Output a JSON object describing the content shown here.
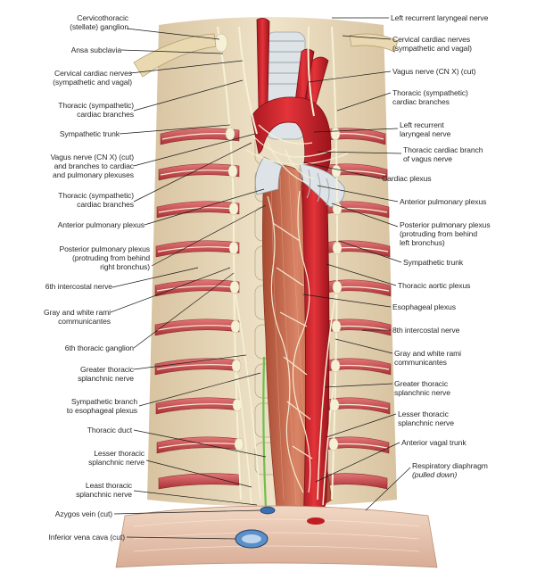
{
  "labels_left": [
    {
      "id": "cervicothoracic",
      "text": "Cervicothoracic\n(stellate) ganglion"
    },
    {
      "id": "ansa",
      "text": "Ansa subclavia"
    },
    {
      "id": "cervical-cardiac-left",
      "text": "Cervical cardiac nerves\n(sympathetic and vagal)"
    },
    {
      "id": "thoracic-cardiac-left-1",
      "text": "Thoracic (sympathetic)\ncardiac branches"
    },
    {
      "id": "sympathetic-trunk-left",
      "text": "Sympathetic trunk"
    },
    {
      "id": "vagus-left",
      "text": "Vagus nerve (CN X) (cut)\nand branches to cardiac\nand pulmonary plexuses"
    },
    {
      "id": "thoracic-cardiac-left-2",
      "text": "Thoracic (sympathetic)\ncardiac branches"
    },
    {
      "id": "anterior-pulmonary-left",
      "text": "Anterior pulmonary plexus"
    },
    {
      "id": "posterior-pulmonary-left",
      "text": "Posterior pulmonary plexus\n(protruding from behind\nright bronchus)"
    },
    {
      "id": "intercostal-6",
      "text": "6th intercostal nerve"
    },
    {
      "id": "rami-left",
      "text": "Gray and white rami\ncommunicantes"
    },
    {
      "id": "ganglion-6",
      "text": "6th thoracic ganglion"
    },
    {
      "id": "greater-splanchnic-left",
      "text": "Greater thoracic\nsplanchnic nerve"
    },
    {
      "id": "sympathetic-branch-esoph",
      "text": "Sympathetic branch\nto esophageal plexus"
    },
    {
      "id": "thoracic-duct",
      "text": "Thoracic duct"
    },
    {
      "id": "lesser-splanchnic-left",
      "text": "Lesser thoracic\nsplanchnic nerve"
    },
    {
      "id": "least-splanchnic",
      "text": "Least thoracic\nsplanchnic nerve"
    },
    {
      "id": "azygos",
      "text": "Azygos vein (cut)"
    },
    {
      "id": "ivc",
      "text": "Inferior vena cava (cut)"
    }
  ],
  "labels_right": [
    {
      "id": "left-recurrent-1",
      "text": "Left recurrent laryngeal nerve"
    },
    {
      "id": "cervical-cardiac-right",
      "text": "Cervical cardiac nerves\n(sympathetic and vagal)"
    },
    {
      "id": "vagus-right",
      "text": "Vagus nerve (CN X) (cut)"
    },
    {
      "id": "thoracic-cardiac-right",
      "text": "Thoracic (sympathetic)\ncardiac branches"
    },
    {
      "id": "left-recurrent-2",
      "text": "Left recurrent\nlaryngeal nerve"
    },
    {
      "id": "thoracic-cardiac-vagus",
      "text": "Thoracic cardiac branch\nof vagus nerve"
    },
    {
      "id": "cardiac-plexus",
      "text": "Cardiac plexus"
    },
    {
      "id": "anterior-pulmonary-right",
      "text": "Anterior pulmonary plexus"
    },
    {
      "id": "posterior-pulmonary-right",
      "text": "Posterior pulmonary plexus\n(protruding from behind\nleft bronchus)"
    },
    {
      "id": "sympathetic-trunk-right",
      "text": "Sympathetic trunk"
    },
    {
      "id": "thoracic-aortic-plexus",
      "text": "Thoracic aortic plexus"
    },
    {
      "id": "esophageal-plexus",
      "text": "Esophageal plexus"
    },
    {
      "id": "intercostal-8",
      "text": "8th intercostal nerve"
    },
    {
      "id": "rami-right",
      "text": "Gray and white rami\ncommunicantes"
    },
    {
      "id": "greater-splanchnic-right",
      "text": "Greater thoracic\nsplanchnic nerve"
    },
    {
      "id": "lesser-splanchnic-right",
      "text": "Lesser thoracic\nsplanchnic nerve"
    },
    {
      "id": "anterior-vagal-trunk",
      "text": "Anterior vagal trunk"
    },
    {
      "id": "diaphragm",
      "text": "Respiratory diaphragm"
    },
    {
      "id": "diaphragm-note",
      "text": "(pulled down)"
    }
  ],
  "colors": {
    "background": "#ffffff",
    "leader": "#1a1a1a",
    "aorta": "#d62830",
    "esophagus": "#c8664a",
    "rib": "#c94a4a",
    "vertebra": "#eadfc4",
    "nerve": "#f4efd2",
    "diaphragm": "#e7c4b0"
  }
}
